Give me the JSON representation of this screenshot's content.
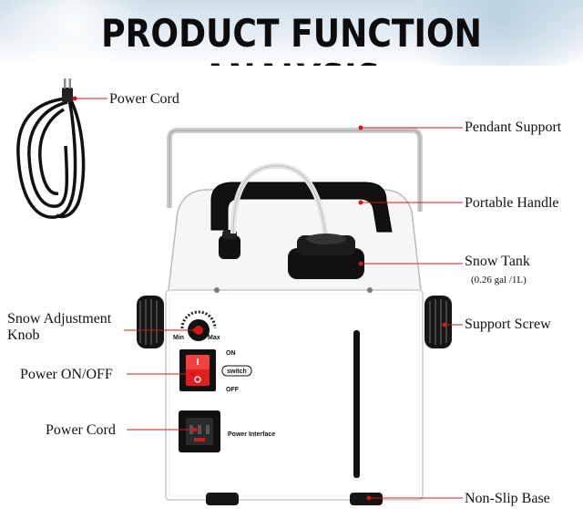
{
  "title": "PRODUCT FUNCTION ANALYSIS",
  "labels": {
    "power_cord_top": "Power Cord",
    "pendant_support": "Pendant Support",
    "portable_handle": "Portable Handle",
    "snow_tank": "Snow Tank",
    "snow_tank_capacity": "(0.26 gal /1L)",
    "snow_adjustment_line1": "Snow Adjustment",
    "snow_adjustment_line2": "Knob",
    "support_screw": "Support Screw",
    "power_on_off": "Power ON/OFF",
    "power_cord_bottom": "Power Cord",
    "non_slip_base": "Non-Slip Base"
  },
  "panel": {
    "knob_min": "Min",
    "knob_max": "Max",
    "on": "ON",
    "off": "OFF",
    "switch": "switch",
    "power_interface": "Power Interface"
  },
  "colors": {
    "accent_red": "#d01818",
    "title": "#0c0c0c",
    "body": "#ffffff",
    "outline": "#222222"
  }
}
